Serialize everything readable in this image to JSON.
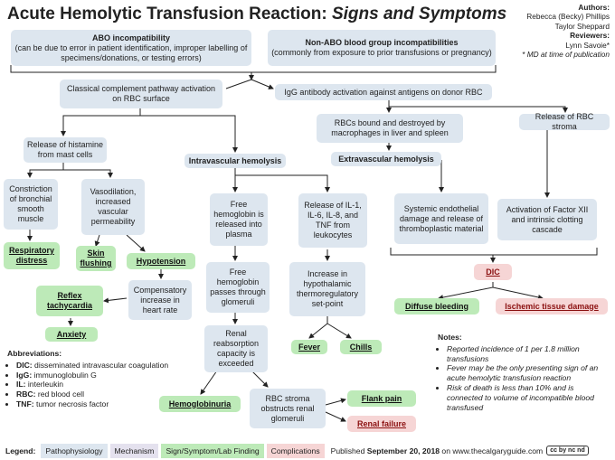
{
  "title": {
    "main": "Acute Hemolytic Transfusion Reaction: ",
    "sub": "Signs and Symptoms"
  },
  "authors": {
    "heading": "Authors:",
    "author1": "Rebecca (Becky) Phillips",
    "author2": "Taylor Sheppard",
    "reviewers_heading": "Reviewers:",
    "reviewer1": "Lynn Savoie*",
    "footnote": "* MD at time of publication"
  },
  "nodes": {
    "abo_title": "ABO incompatibility",
    "abo_body": "(can be due to error in patient identification, improper labelling of specimens/donations, or testing errors)",
    "nonabo_title": "Non-ABO blood group incompatibilities",
    "nonabo_body": "(commonly from exposure to prior transfusions or pregnancy)",
    "complement": "Classical complement pathway activation on RBC surface",
    "igg": "IgG antibody activation against antigens on donor RBC",
    "rbc_bound": "RBCs bound and destroyed by macrophages in liver and spleen",
    "release_stroma": "Release of RBC stroma",
    "histamine": "Release of histamine from mast cells",
    "intravascular": "Intravascular hemolysis",
    "extravascular": "Extravascular hemolysis",
    "constriction": "Constriction of bronchial smooth muscle",
    "vasodilation": "Vasodilation, increased vascular permeability",
    "free_hb": "Free hemoglobin is released into plasma",
    "il_release": "Release of IL-1, IL-6, IL-8, and TNF from leukocytes",
    "endothelial": "Systemic endothelial damage and release of thromboplastic material",
    "factor12": "Activation of Factor XII and intrinsic clotting cascade",
    "resp_distress": "Respiratory distress",
    "skin_flushing": "Skin flushing",
    "hypotension": "Hypotension",
    "dic": "DIC",
    "reflex_tachy": "Reflex tachycardia",
    "compensatory": "Compensatory increase in heart rate",
    "hb_glomeruli": "Free hemoglobin passes through glomeruli",
    "hypothalamic": "Increase in hypothalamic thermoregulatory set-point",
    "diffuse_bleeding": "Diffuse bleeding",
    "ischemic": "Ischemic tissue damage",
    "anxiety": "Anxiety",
    "renal_capacity": "Renal reabsorption capacity is exceeded",
    "fever": "Fever",
    "chills": "Chills",
    "hemoglobinuria": "Hemoglobinuria",
    "rbc_stroma_obstructs": "RBC stroma obstructs renal glomeruli",
    "flank_pain": "Flank pain",
    "renal_failure": "Renal failure"
  },
  "abbreviations": {
    "heading": "Abbreviations:",
    "items": [
      {
        "term": "DIC:",
        "def": " disseminated intravascular coagulation"
      },
      {
        "term": "IgG:",
        "def": " immunoglobulin G"
      },
      {
        "term": "IL:",
        "def": " interleukin"
      },
      {
        "term": "RBC:",
        "def": " red blood cell"
      },
      {
        "term": "TNF:",
        "def": " tumor necrosis factor"
      }
    ]
  },
  "notes": {
    "heading": "Notes:",
    "items": [
      "Reported incidence of 1 per 1.8 million transfusions",
      "Fever may be the only presenting sign of an acute hemolytic transfusion reaction",
      "Risk of death is less than 10% and is connected to volume of incompatible blood transfused"
    ]
  },
  "legend": {
    "label": "Legend:",
    "items": [
      "Pathophysiology",
      "Mechanism",
      "Sign/Symptom/Lab Finding",
      "Complications"
    ],
    "published_prefix": "Published ",
    "published_date": "September 20, 2018",
    "published_suffix": " on www.thecalgaryguide.com",
    "license": "cc by nc nd"
  },
  "colors": {
    "pathophysiology": "#dde6ef",
    "mechanism": "#e4e1ee",
    "sign": "#bdeab8",
    "complication": "#f6d5d5",
    "complication_text": "#8b1010"
  }
}
